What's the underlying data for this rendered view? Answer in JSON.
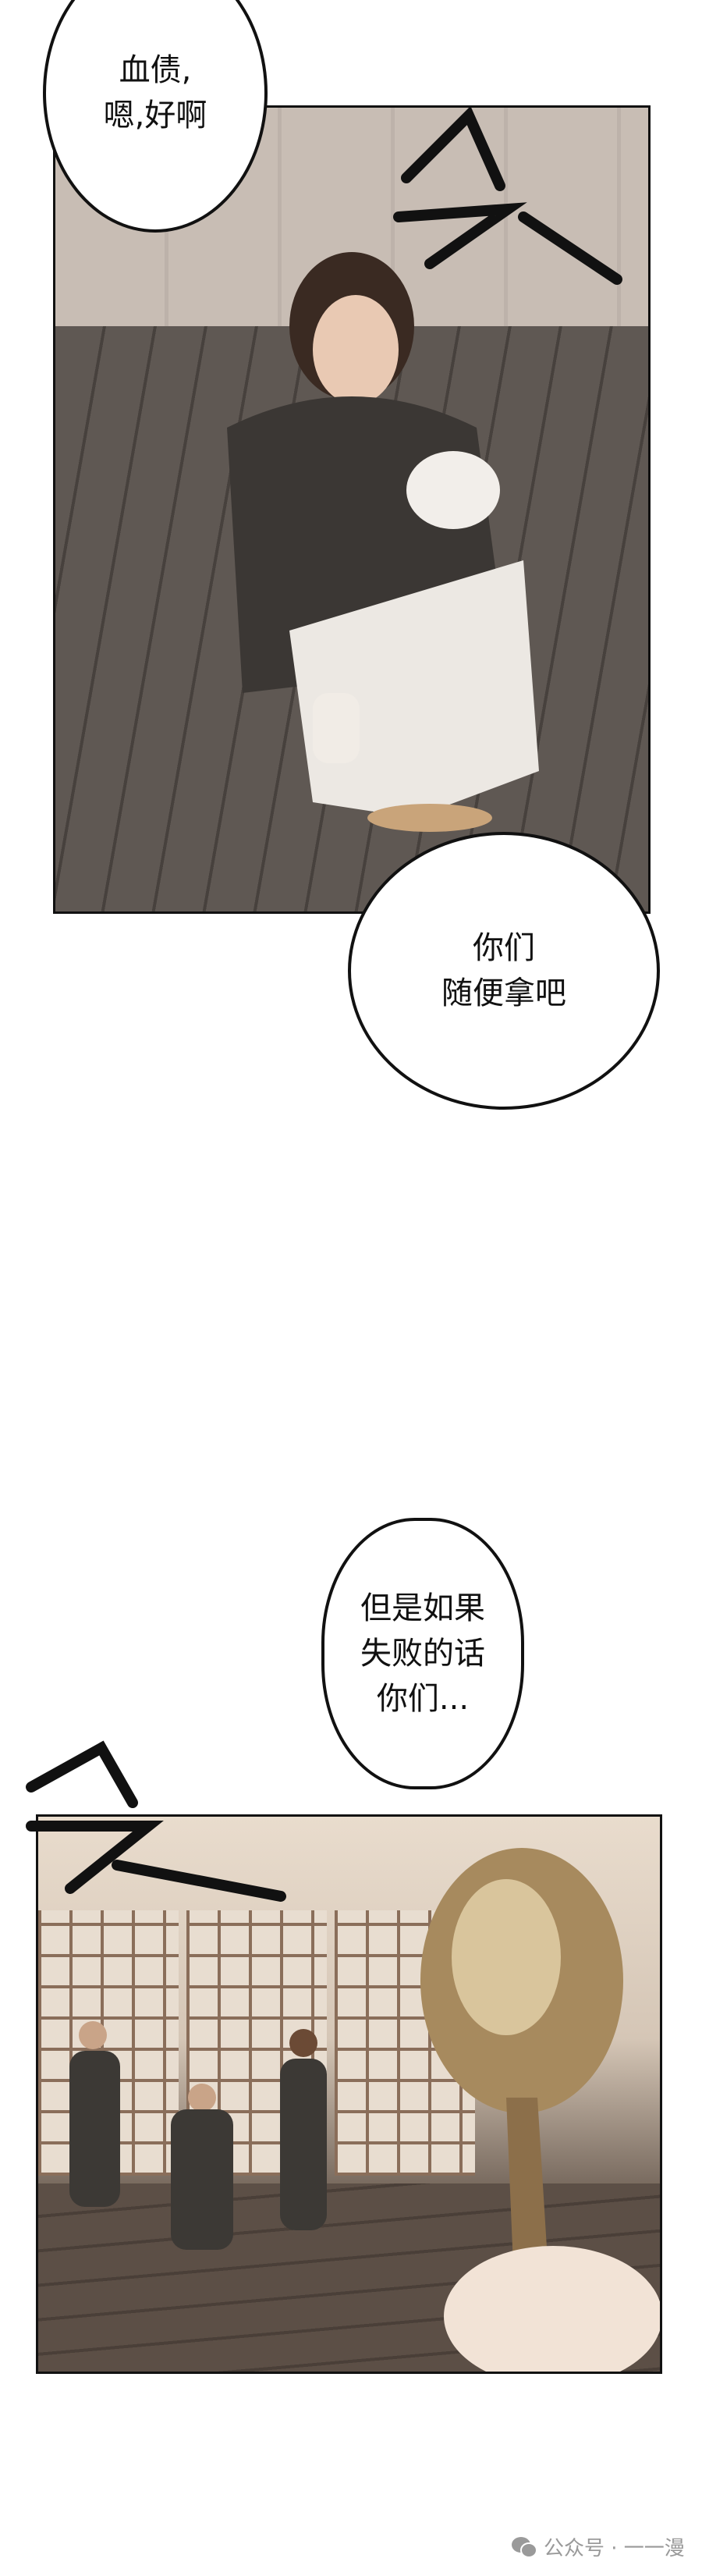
{
  "bubbles": [
    {
      "lines": [
        "血债,",
        "嗯,好啊"
      ]
    },
    {
      "lines": [
        "你们",
        "随便拿吧"
      ]
    },
    {
      "lines": [
        "但是如果",
        "失败的话",
        "你们..."
      ]
    }
  ],
  "sfx": [
    "sfx-shh-1",
    "sfx-shh-2"
  ],
  "watermark": {
    "icon": "wechat-icon",
    "text": "公众号 · 一一漫"
  }
}
